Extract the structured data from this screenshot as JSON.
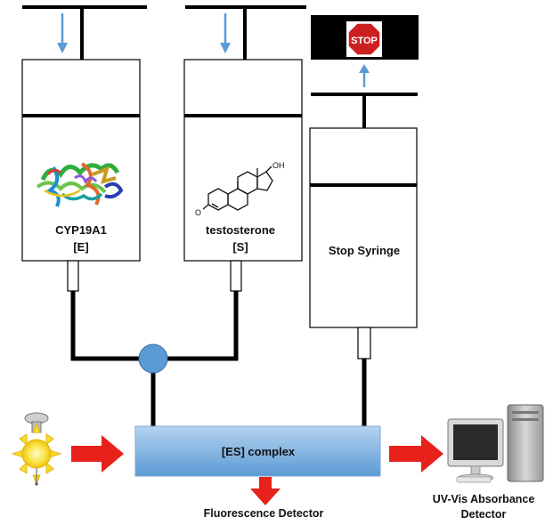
{
  "syringes": {
    "enzyme": {
      "name": "CYP19A1",
      "symbol": "[E]"
    },
    "substrate": {
      "name": "testosterone",
      "symbol": "[S]",
      "oh_label": "OH",
      "o_label": "O"
    },
    "stop": {
      "name": "Stop Syringe",
      "sign_label": "STOP"
    }
  },
  "mixing": {
    "complex_label": "[ES] complex"
  },
  "detectors": {
    "fluorescence": "Fluorescence Detector",
    "uv_vis_line1": "UV-Vis Absorbance",
    "uv_vis_line2": "Detector"
  },
  "colors": {
    "line": "#000000",
    "push_arrow": "#5b9bd5",
    "flow_arrow": "#e8211b",
    "mixer": "#5b9bd5",
    "complex_box_top": "#b5d3ef",
    "complex_box_bottom": "#5b9bd5",
    "stop_sign": "#cc1f1f",
    "sun": "#f7dd2a"
  }
}
